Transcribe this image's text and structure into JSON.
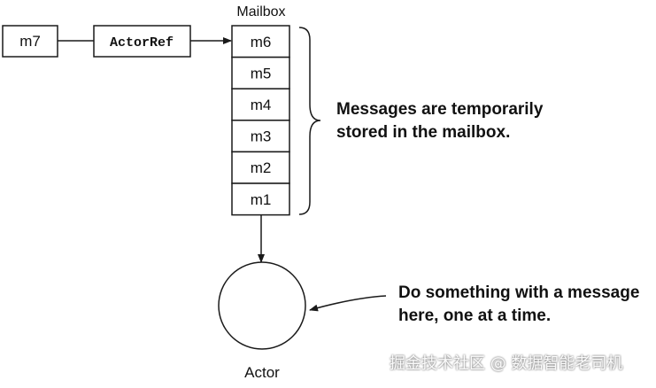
{
  "diagram": {
    "incoming_message": "m7",
    "actor_ref_label": "ActorRef",
    "mailbox_label": "Mailbox",
    "mailbox_messages": [
      "m6",
      "m5",
      "m4",
      "m3",
      "m2",
      "m1"
    ],
    "actor_label": "Actor",
    "annotation_mailbox": [
      "Messages are temporarily",
      "stored in the mailbox."
    ],
    "annotation_actor": [
      "Do something with a message",
      "here, one at a time."
    ]
  },
  "watermark": "掘金技术社区 @ 数据智能老司机",
  "colors": {
    "stroke": "#1a1a1a",
    "fill": "#ffffff",
    "text": "#111111"
  }
}
